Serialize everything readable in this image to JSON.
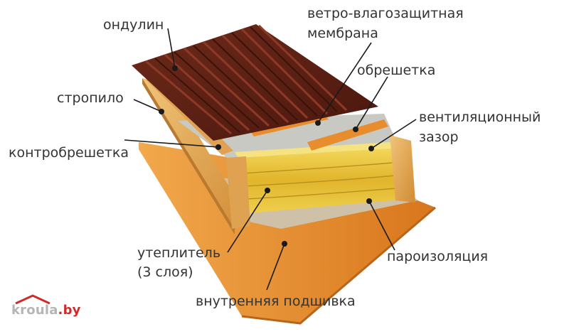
{
  "labels": {
    "ondulin": "ондулин",
    "membrane_line1": "ветро-влагозащитная",
    "membrane_line2": "мембрана",
    "obreshetka": "обрешетка",
    "rafter": "стропило",
    "vent_line1": "вентиляционный",
    "vent_line2": "зазор",
    "kontrobreshetka": "контробрешетка",
    "insulation_line1": "утеплитель",
    "insulation_line2": "(3 слоя)",
    "vapor": "пароизоляция",
    "inner": "внутренняя подшивка"
  },
  "logo": {
    "name": "kroula",
    "tld": ".by"
  },
  "colors": {
    "roof": "#5a1f14",
    "roof_light": "#7a3322",
    "wood": "#e3a24e",
    "wood_dark": "#c8822e",
    "insulation": "#e9c53c",
    "membrane": "#c9c9c4",
    "board": "#e48a2a",
    "leader": "#1a1a1a",
    "text": "#333333",
    "logo_gray": "#b5b5b5",
    "logo_red": "#d12a2a"
  }
}
